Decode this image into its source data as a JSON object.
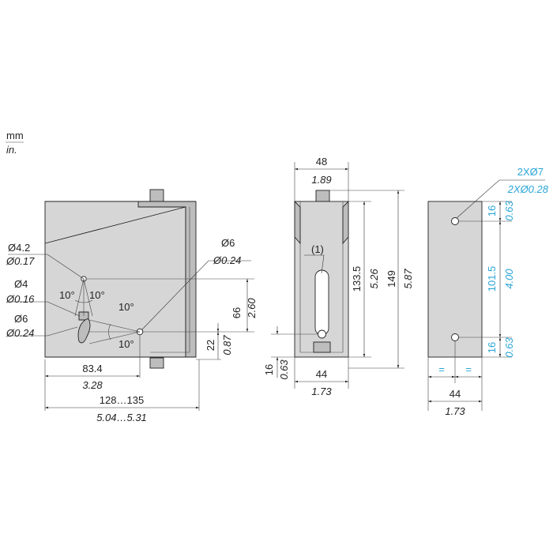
{
  "units": {
    "primary": "mm",
    "secondary": "in."
  },
  "side_view": {
    "hole_small_dia_mm": "Ø4.2",
    "hole_small_dia_in": "Ø0.17",
    "pin_dia_mm": "Ø4",
    "pin_dia_in": "Ø0.16",
    "pin2_dia_mm": "Ø6",
    "pin2_dia_in": "Ø0.24",
    "hole_right_dia_mm": "Ø6",
    "hole_right_dia_in": "Ø0.24",
    "angle_left": "10°",
    "angle_right": "10°",
    "angle_upper": "10°",
    "angle_lower": "10°",
    "height_66_mm": "66",
    "height_66_in": "2.60",
    "height_22_mm": "22",
    "height_22_in": "0.87",
    "width_83_mm": "83.4",
    "width_83_in": "3.28",
    "width_total_mm": "128…135",
    "width_total_in": "5.04…5.31"
  },
  "front_view": {
    "width_top_mm": "48",
    "width_top_in": "1.89",
    "label_ref": "(1)",
    "height_133_mm": "133.5",
    "height_133_in": "5.26",
    "height_149_mm": "149",
    "height_149_in": "5.87",
    "offset_16_mm": "16",
    "offset_16_in": "0.63",
    "width_bottom_mm": "44",
    "width_bottom_in": "1.73"
  },
  "rear_view": {
    "holes_mm": "2XØ7",
    "holes_in": "2XØ0.28",
    "top_16_mm": "16",
    "top_16_in": "0.63",
    "pitch_mm": "101.5",
    "pitch_in": "4.00",
    "bottom_16_mm": "16",
    "bottom_16_in": "0.63",
    "eq_left": "=",
    "eq_right": "=",
    "width_mm": "44",
    "width_in": "1.73"
  }
}
